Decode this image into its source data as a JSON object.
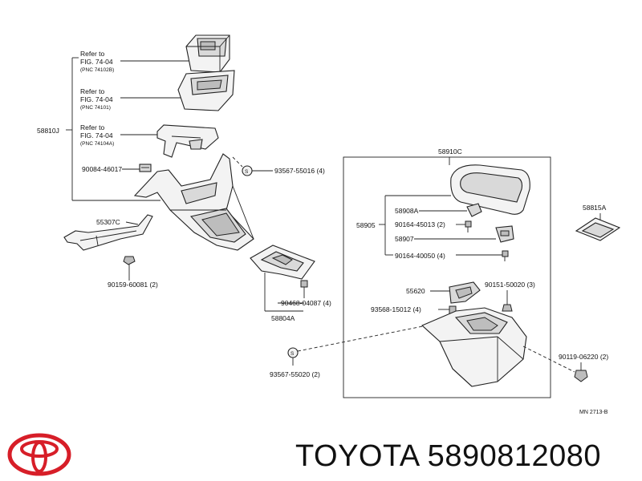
{
  "refs": [
    {
      "line1": "Refer to",
      "line2": "FIG. 74-04",
      "line3": "(PNC 74102B)"
    },
    {
      "line1": "Refer to",
      "line2": "FIG. 74-04",
      "line3": "(PNC 74101)"
    },
    {
      "line1": "Refer to",
      "line2": "FIG. 74-04",
      "line3": "(PNC 74104A)"
    }
  ],
  "labels": {
    "p58810J": "58810J",
    "p90084": "90084-46017",
    "p93567a": "93567-55016 (4)",
    "p55307C": "55307C",
    "p90159": "90159-60081 (2)",
    "p90468": "90468-04087 (4)",
    "p58804A": "58804A",
    "p93567b": "93567-55020 (2)",
    "p58910C": "58910C",
    "p58908A": "58908A",
    "p58905": "58905",
    "p90164a": "90164-45013 (2)",
    "p58907": "58907",
    "p90164b": "90164-40050 (4)",
    "p58815A": "58815A",
    "p55620": "55620",
    "p90151": "90151-50020 (3)",
    "p93568": "93568-15012 (4)",
    "p90119": "90119-06220 (2)",
    "clip": "S"
  },
  "footer": {
    "diagram_code": "MN 2713-B",
    "brand_text": "TOYOTA 5890812080"
  }
}
